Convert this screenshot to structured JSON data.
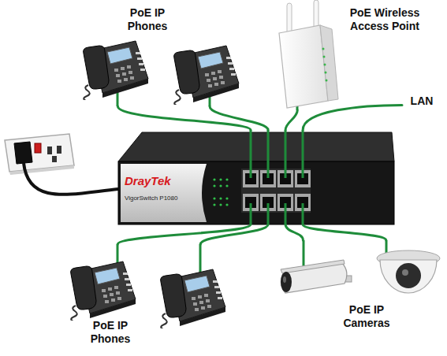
{
  "diagram": {
    "nodes": [
      {
        "text": [
          "PoE IP Phones"
        ]
      },
      {
        "text": [
          "PoE Wireless Access Point"
        ]
      },
      {
        "text": [
          "LAN"
        ]
      },
      {
        "text": [
          "DrayTek",
          "VigorSwitch P1080"
        ]
      },
      {
        "text": [
          "PoE IP Phones"
        ]
      },
      {
        "text": [
          "PoE IP Cameras"
        ]
      }
    ],
    "edges": [
      {
        "from": 0,
        "to": 3,
        "arrow": "none"
      },
      {
        "from": 0,
        "to": 3,
        "arrow": "none"
      },
      {
        "from": 1,
        "to": 3,
        "arrow": "none"
      },
      {
        "from": 2,
        "to": 3,
        "arrow": "none"
      },
      {
        "from": 4,
        "to": 3,
        "arrow": "none"
      },
      {
        "from": 4,
        "to": 3,
        "arrow": "none"
      },
      {
        "from": 5,
        "to": 3,
        "arrow": "none"
      },
      {
        "from": 5,
        "to": 3,
        "arrow": "none"
      }
    ]
  }
}
